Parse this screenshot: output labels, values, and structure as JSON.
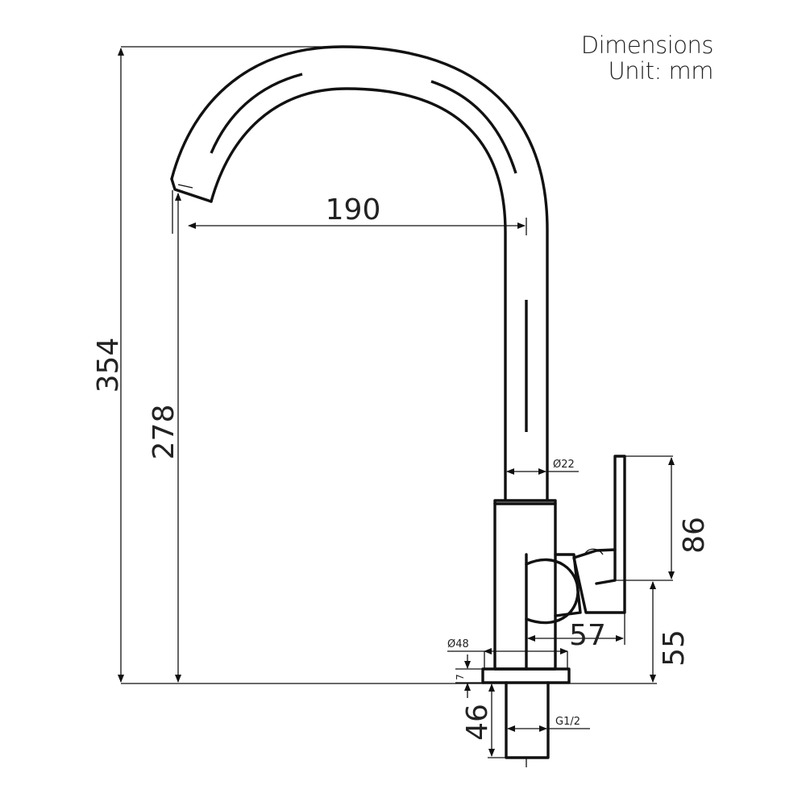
{
  "title": {
    "line1": "Dimensions",
    "line2": "Unit: mm"
  },
  "dimensions": {
    "overall_height": "354",
    "spout_height": "278",
    "spout_reach": "190",
    "tube_diameter": "Ø22",
    "lever_height": "86",
    "lever_depth": "57",
    "lever_base_height": "55",
    "base_diameter": "Ø48",
    "base_thickness": "7",
    "shank_length": "46",
    "thread": "G1/2"
  }
}
